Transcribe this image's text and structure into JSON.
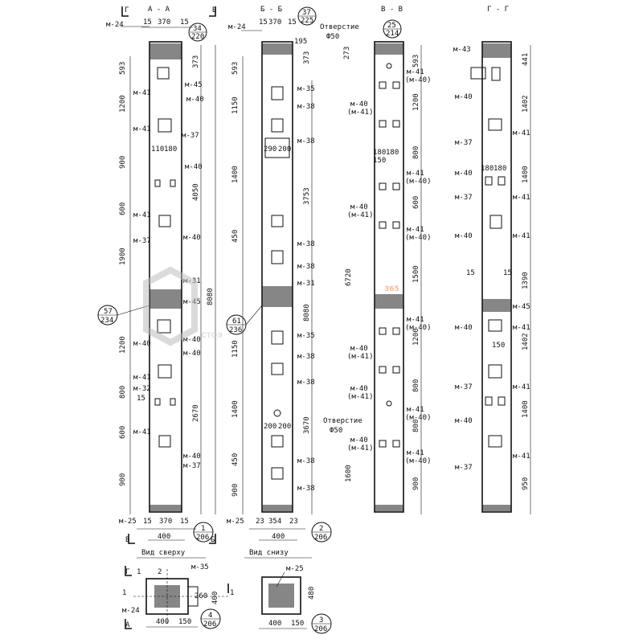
{
  "sections": {
    "aa": {
      "title": "А - А",
      "left": "Г",
      "right": "Б"
    },
    "bb": {
      "title": "Б - Б"
    },
    "vv": {
      "title": "В - В"
    },
    "gg": {
      "title": "Г - Г"
    }
  },
  "views": {
    "top": "Вид сверху",
    "bottom": "Вид снизу"
  },
  "hole_label": "Отверстие",
  "hole_dia": "Ф50",
  "marks": {
    "m24": "м-24",
    "m25": "м-25",
    "m31": "м-31",
    "m32": "м-32",
    "m35": "м-35",
    "m37": "м-37",
    "m38": "м-38",
    "m40": "м-40",
    "m41": "м-41",
    "m43": "м-43",
    "m45": "м-45",
    "m40p": "(м-40)",
    "m41p": "(м-41)"
  },
  "callouts": {
    "c34": {
      "num": "34",
      "den": "220"
    },
    "c57": {
      "num": "57",
      "den": "234"
    },
    "c1": {
      "num": "1",
      "den": "206"
    },
    "c37": {
      "num": "37",
      "den": "225"
    },
    "c61": {
      "num": "61",
      "den": "236"
    },
    "c2": {
      "num": "2",
      "den": "206"
    },
    "c25": {
      "num": "25",
      "den": "214"
    },
    "c4": {
      "num": "4",
      "den": "206"
    },
    "c3": {
      "num": "3",
      "den": "206"
    }
  },
  "dims": {
    "d15": "15",
    "d370": "370",
    "d400": "400",
    "d354": "354",
    "d23": "23",
    "d150": "150",
    "d593": "593",
    "d1200": "1200",
    "d900": "900",
    "d600": "600",
    "d1900": "1900",
    "d800": "800",
    "d2670": "2670",
    "d4050": "4050",
    "d8080": "8080",
    "d373": "373",
    "d1150": "1150",
    "d1400": "1400",
    "d3753": "3753",
    "d450": "450",
    "d3670": "3670",
    "d273": "273",
    "d6720": "6720",
    "d1500": "1500",
    "d1600": "1600",
    "d441": "441",
    "d1402": "1402",
    "d1390": "1390",
    "d950": "950",
    "d290": "290",
    "d200": "200",
    "d110": "110",
    "d180": "180",
    "d195": "195",
    "d480": "480",
    "d260": "260"
  },
  "labels": {
    "l_bottom_left": "В",
    "l_bottom_right": "Б",
    "l_g": "Г",
    "l_a": "А",
    "l_one": "1",
    "l_two": "2"
  },
  "watermark": {
    "text": "СТОЭ",
    "num": "365",
    "accent": "#f08040",
    "color": "#c8c8c8"
  }
}
